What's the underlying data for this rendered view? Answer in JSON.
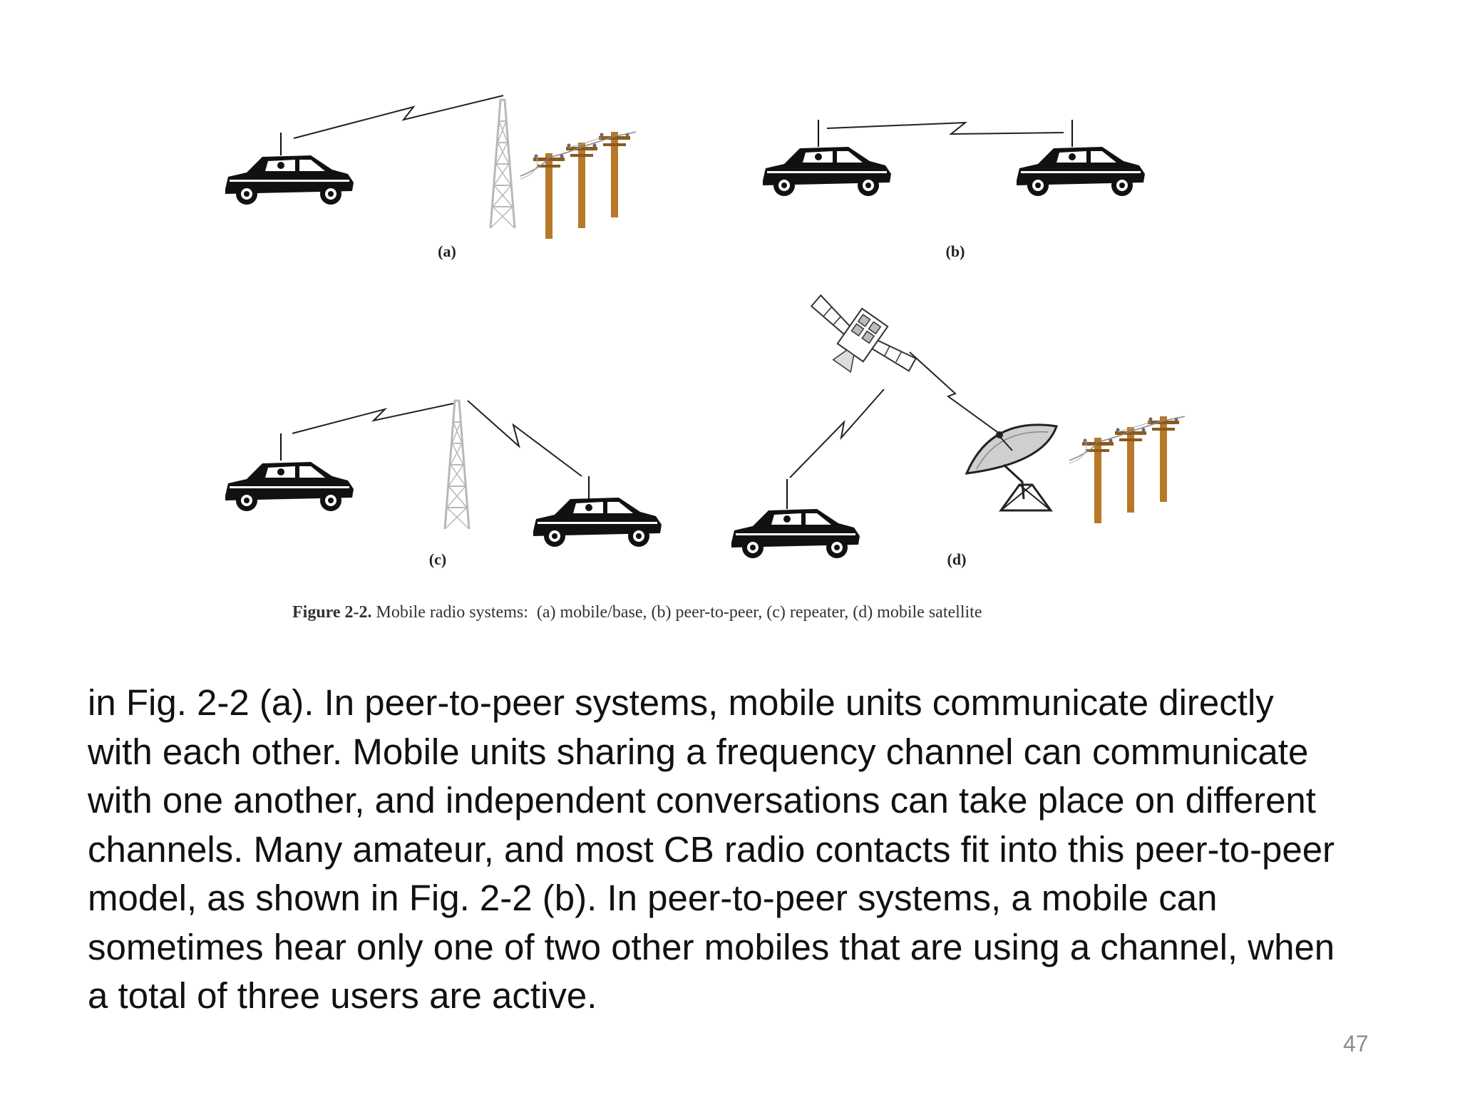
{
  "figure": {
    "panels": [
      {
        "label": "(a)"
      },
      {
        "label": "(b)"
      },
      {
        "label": "(c)"
      },
      {
        "label": "(d)"
      }
    ],
    "caption_prefix": "Figure 2-2.",
    "caption_text": " Mobile radio systems:  (a) mobile/base, (b) peer-to-peer, (c) repeater, (d) mobile satellite"
  },
  "body": {
    "lines": [
      "in Fig. 2-2 (a).  In peer-to-peer systems, mobile units communicate directly",
      "with each other.  Mobile units sharing a frequency channel can communicate",
      "with one another, and independent conversations can take place on different",
      "channels.  Many amateur, and most CB radio contacts fit into this peer-to-peer",
      "model, as shown in Fig. 2-2 (b).  In peer-to-peer systems, a mobile can",
      "sometimes hear only one of two other mobiles that are using a channel, when",
      "a total of three users are active."
    ]
  },
  "page_number": "47"
}
